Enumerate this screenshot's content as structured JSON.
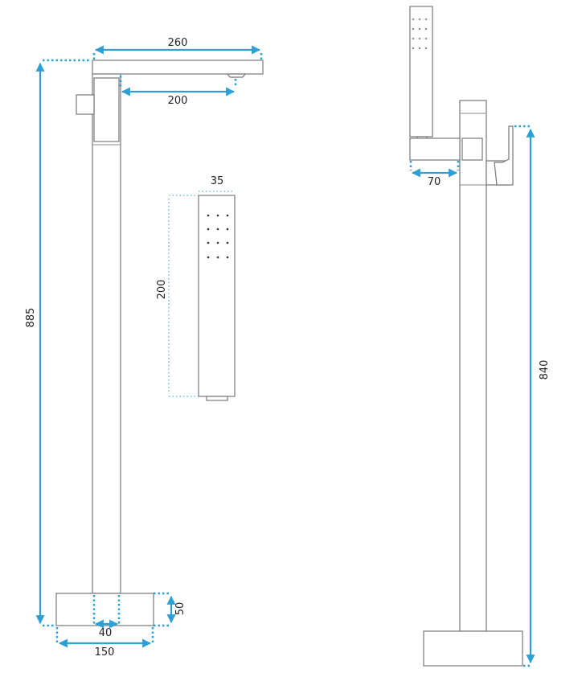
{
  "drawing": {
    "accent_color": "#2b9fd6",
    "front_view": {
      "spout_length": "260",
      "spout_reach": "200",
      "total_height": "885",
      "base_height": "50",
      "column_width": "40",
      "base_width": "150"
    },
    "hand_shower": {
      "width": "35",
      "length": "200"
    },
    "side_view": {
      "holder_depth": "70",
      "inlet_height": "840"
    }
  }
}
